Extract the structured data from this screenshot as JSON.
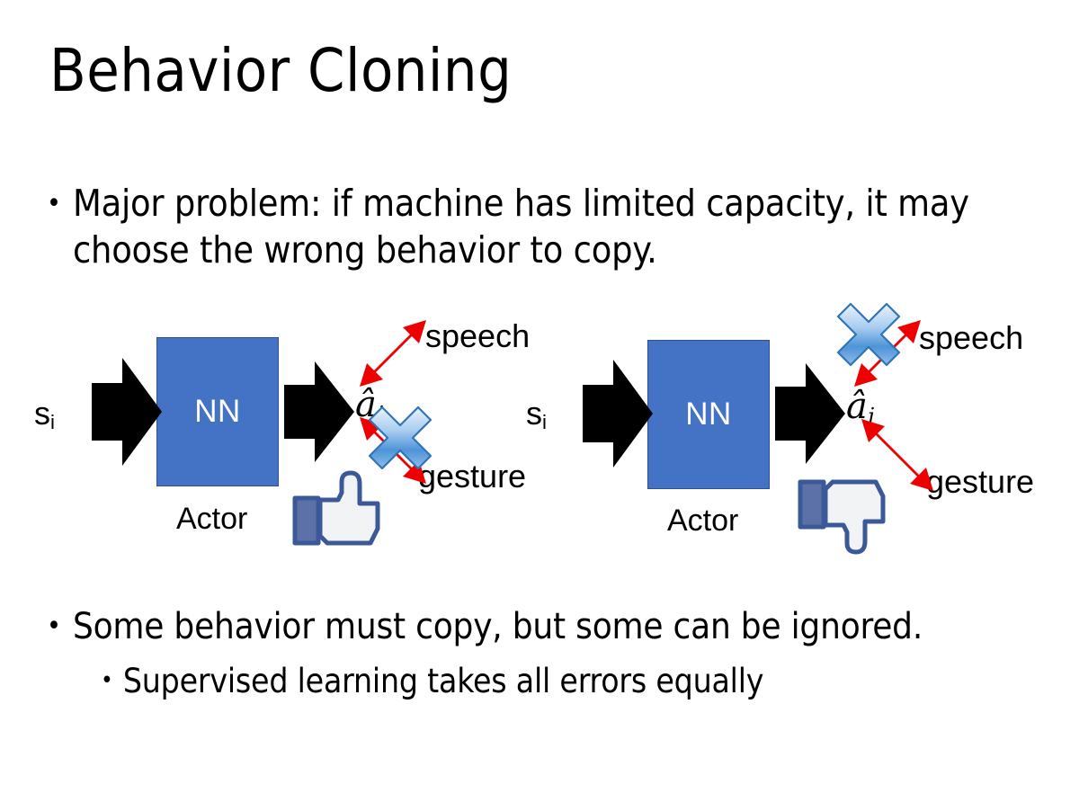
{
  "slide": {
    "title": "Behavior Cloning",
    "background_color": "#FFFFFF",
    "text_color": "#000000"
  },
  "bullets": [
    {
      "marker": "•",
      "level": 1,
      "text": "Major problem: if machine has limited capacity, it may choose the wrong behavior to copy."
    },
    {
      "marker": "•",
      "level": 1,
      "text": "Some behavior must copy, but some can be ignored."
    },
    {
      "marker": "•",
      "level": 2,
      "text": "Supervised learning takes all errors equally"
    }
  ],
  "colors": {
    "nn_box_fill": "#4472C4",
    "nn_box_stroke": "#2F528F",
    "nn_text": "#FFFFFF",
    "block_arrow": "#000000",
    "red_arrow": "#EE0000",
    "cross_light": "#DCEBFB",
    "cross_mid": "#6BA7E4",
    "cross_dark": "#2E75B6",
    "cross_stroke": "#2E75B6",
    "thumb_blue": "#3B5998",
    "thumb_fill": "#FFFFFF",
    "thumb_shade": "#E4E6EB"
  },
  "diagrams": [
    {
      "id": "left",
      "state_label": "s",
      "state_sub": "i",
      "nn_label": "NN",
      "nn_caption": "Actor",
      "action_label": "â",
      "action_sub": "i",
      "branches": [
        {
          "name": "speech",
          "label": "speech",
          "direction": "up-right",
          "crossed": false
        },
        {
          "name": "gesture",
          "label": "gesture",
          "direction": "down-right",
          "crossed": true
        }
      ],
      "feedback_icon": "thumbs-up-icon",
      "feedback_meaning": "good"
    },
    {
      "id": "right",
      "state_label": "s",
      "state_sub": "i",
      "nn_label": "NN",
      "nn_caption": "Actor",
      "action_label": "â",
      "action_sub": "i",
      "branches": [
        {
          "name": "speech",
          "label": "speech",
          "direction": "up-right",
          "crossed": true
        },
        {
          "name": "gesture",
          "label": "gesture",
          "direction": "down-right",
          "crossed": false
        }
      ],
      "feedback_icon": "thumbs-down-icon",
      "feedback_meaning": "bad"
    }
  ]
}
